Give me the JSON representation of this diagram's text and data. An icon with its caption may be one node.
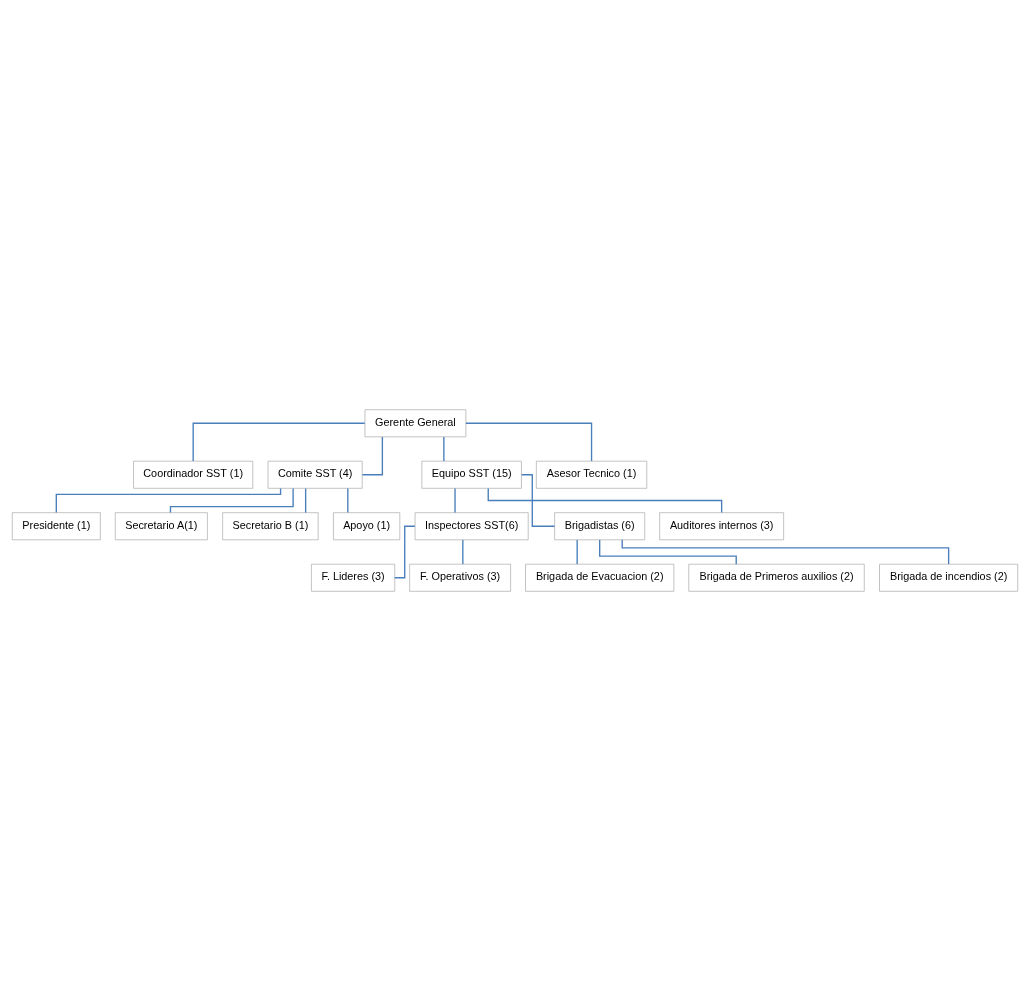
{
  "diagram": {
    "nodes": [
      {
        "text": [
          "Gerente General"
        ]
      },
      {
        "text": [
          "Coordinador SST (1)"
        ]
      },
      {
        "text": [
          "Comite SST (4)"
        ]
      },
      {
        "text": [
          "Equipo SST (15)"
        ]
      },
      {
        "text": [
          "Asesor Tecnico (1)"
        ]
      },
      {
        "text": [
          "Presidente (1)"
        ]
      },
      {
        "text": [
          "Secretario A(1)"
        ]
      },
      {
        "text": [
          "Secretario B (1)"
        ]
      },
      {
        "text": [
          "Apoyo (1)"
        ]
      },
      {
        "text": [
          "Inspectores SST(6)"
        ]
      },
      {
        "text": [
          "Brigadistas (6)"
        ]
      },
      {
        "text": [
          "Auditores internos (3)"
        ]
      },
      {
        "text": [
          "F. Lideres (3)"
        ]
      },
      {
        "text": [
          "F. Operativos (3)"
        ]
      },
      {
        "text": [
          "Brigada de Evacuacion (2)"
        ]
      },
      {
        "text": [
          "Brigada de Primeros auxilios (2)"
        ]
      },
      {
        "text": [
          "Brigada de incendios (2)"
        ]
      }
    ],
    "edges": [
      {
        "from": 0,
        "to": 1,
        "arrow": "none"
      },
      {
        "from": 0,
        "to": 2,
        "arrow": "none"
      },
      {
        "from": 0,
        "to": 3,
        "arrow": "none"
      },
      {
        "from": 0,
        "to": 4,
        "arrow": "none"
      },
      {
        "from": 2,
        "to": 5,
        "arrow": "none"
      },
      {
        "from": 2,
        "to": 6,
        "arrow": "none"
      },
      {
        "from": 2,
        "to": 7,
        "arrow": "none"
      },
      {
        "from": 2,
        "to": 8,
        "arrow": "none"
      },
      {
        "from": 3,
        "to": 9,
        "arrow": "none"
      },
      {
        "from": 3,
        "to": 10,
        "arrow": "none"
      },
      {
        "from": 3,
        "to": 11,
        "arrow": "none"
      },
      {
        "from": 9,
        "to": 12,
        "arrow": "none"
      },
      {
        "from": 9,
        "to": 13,
        "arrow": "none"
      },
      {
        "from": 10,
        "to": 14,
        "arrow": "none"
      },
      {
        "from": 10,
        "to": 15,
        "arrow": "none"
      },
      {
        "from": 10,
        "to": 16,
        "arrow": "none"
      }
    ]
  }
}
